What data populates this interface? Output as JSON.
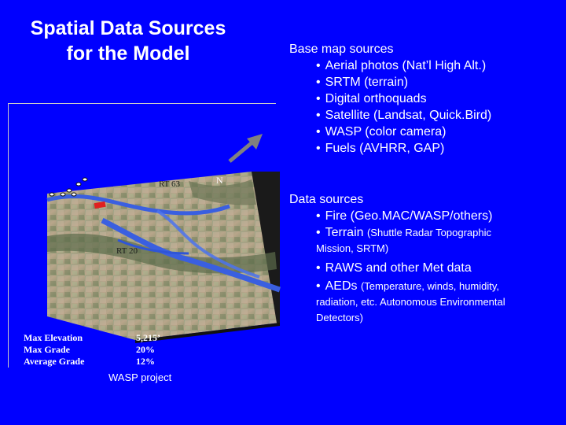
{
  "title": {
    "line1": "Spatial Data Sources",
    "line2": "for the Model"
  },
  "base_map": {
    "heading": "Base map sources",
    "items": [
      "Aerial photos (Nat’l High Alt.)",
      "SRTM (terrain)",
      "Digital orthoquads",
      "Satellite (Landsat, Quick.Bird)",
      "WASP (color camera)",
      "Fuels (AVHRR, GAP)"
    ]
  },
  "data_sources": {
    "heading": "Data sources",
    "fire": "Fire (Geo.MAC/WASP/others)",
    "terrain_main": "Terrain",
    "terrain_sub": "(Shuttle Radar Topographic",
    "terrain_wrap": "Mission, SRTM)",
    "raws": "RAWS and other Met data",
    "aeds_main": "AEDs",
    "aeds_sub": "(Temperature, winds, humidity,",
    "aeds_wrap1": "radiation, etc. Autonomous Environmental",
    "aeds_wrap2": "Detectors)"
  },
  "map": {
    "rt63": "RT 63",
    "rt20": "RT 20",
    "north": "N",
    "stat_labels": [
      "Max Elevation",
      "Max Grade",
      "Average Grade"
    ],
    "stat_values": [
      "5,215’",
      "20%",
      "12%"
    ],
    "credit": "WASP project"
  },
  "bullet": "•",
  "colors": {
    "background": "#0000ff",
    "text": "#ffffff",
    "river": "#3a5fe0",
    "arrow": "#808080"
  }
}
